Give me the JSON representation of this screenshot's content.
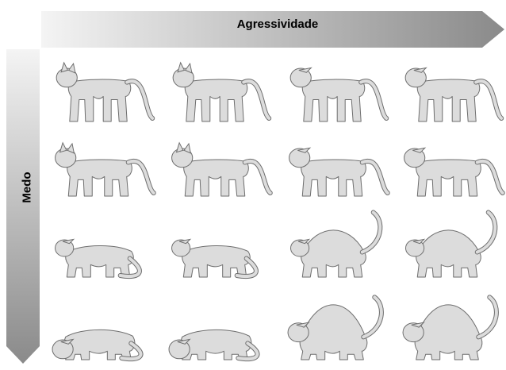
{
  "axes": {
    "x_label": "Agressividade",
    "y_label": "Medo"
  },
  "colors": {
    "cat_fill": "#dcdcdc",
    "cat_stroke": "#6e6e6e",
    "arrow_light": "#f4f4f4",
    "arrow_dark": "#8a8a8a"
  },
  "grid": {
    "rows": 4,
    "cols": 4,
    "cells": [
      {
        "row": 1,
        "col": 1,
        "pose": "neutral-standing"
      },
      {
        "row": 1,
        "col": 2,
        "pose": "alert-standing"
      },
      {
        "row": 1,
        "col": 3,
        "pose": "stiff-standing-ears-back"
      },
      {
        "row": 1,
        "col": 4,
        "pose": "aggressive-standing"
      },
      {
        "row": 2,
        "col": 1,
        "pose": "crouching-alert"
      },
      {
        "row": 2,
        "col": 2,
        "pose": "low-stalking"
      },
      {
        "row": 2,
        "col": 3,
        "pose": "defensive-standing"
      },
      {
        "row": 2,
        "col": 4,
        "pose": "threatening-hissing"
      },
      {
        "row": 3,
        "col": 1,
        "pose": "crouched-low"
      },
      {
        "row": 3,
        "col": 2,
        "pose": "crouched-flat"
      },
      {
        "row": 3,
        "col": 3,
        "pose": "arched-back"
      },
      {
        "row": 3,
        "col": 4,
        "pose": "arched-back-hissing"
      },
      {
        "row": 4,
        "col": 1,
        "pose": "cowering-head-down"
      },
      {
        "row": 4,
        "col": 2,
        "pose": "cowering-hissing"
      },
      {
        "row": 4,
        "col": 3,
        "pose": "arched-low"
      },
      {
        "row": 4,
        "col": 4,
        "pose": "full-arch-tail-up"
      }
    ]
  }
}
